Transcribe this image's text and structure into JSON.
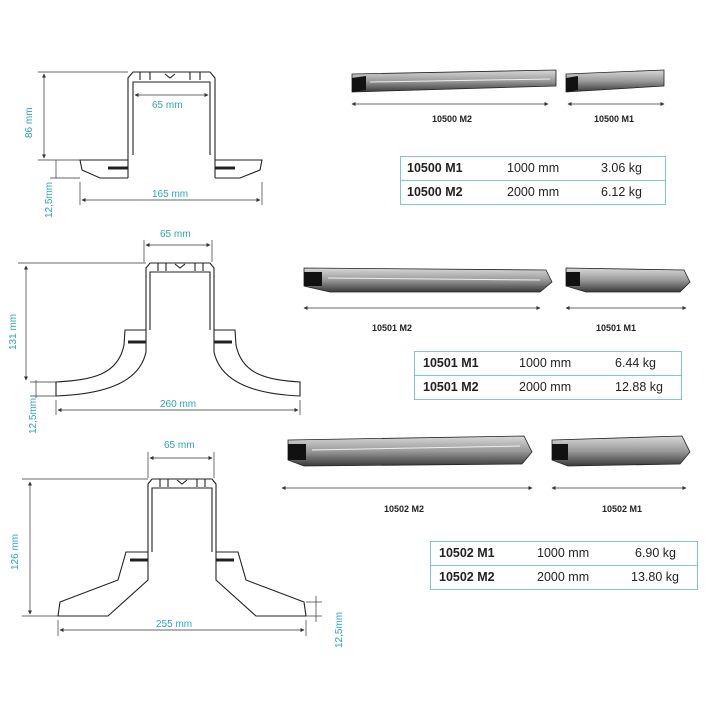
{
  "accent_color": "#2aa7b0",
  "profiles": [
    {
      "dims": {
        "height": "86 mm",
        "inner_width": "65 mm",
        "flange": "12,5mm",
        "total_width": "165 mm"
      },
      "photo_labels": [
        "10500 M2",
        "10500 M1"
      ],
      "table": [
        {
          "code": "10500 M1",
          "length": "1000 mm",
          "weight": "3.06 kg"
        },
        {
          "code": "10500 M2",
          "length": "2000 mm",
          "weight": "6.12 kg"
        }
      ]
    },
    {
      "dims": {
        "height": "131 mm",
        "inner_width": "65 mm",
        "flange": "12,5mm",
        "total_width": "260  mm"
      },
      "photo_labels": [
        "10501 M2",
        "10501 M1"
      ],
      "table": [
        {
          "code": "10501 M1",
          "length": "1000 mm",
          "weight": "6.44 kg"
        },
        {
          "code": "10501 M2",
          "length": "2000 mm",
          "weight": "12.88 kg"
        }
      ]
    },
    {
      "dims": {
        "height": "126 mm",
        "inner_width": "65 mm",
        "flange": "12,5mm",
        "total_width": "255  mm"
      },
      "photo_labels": [
        "10502 M2",
        "10502 M1"
      ],
      "table": [
        {
          "code": "10502 M1",
          "length": "1000 mm",
          "weight": "6.90 kg"
        },
        {
          "code": "10502 M2",
          "length": "2000 mm",
          "weight": "13.80 kg"
        }
      ]
    }
  ]
}
